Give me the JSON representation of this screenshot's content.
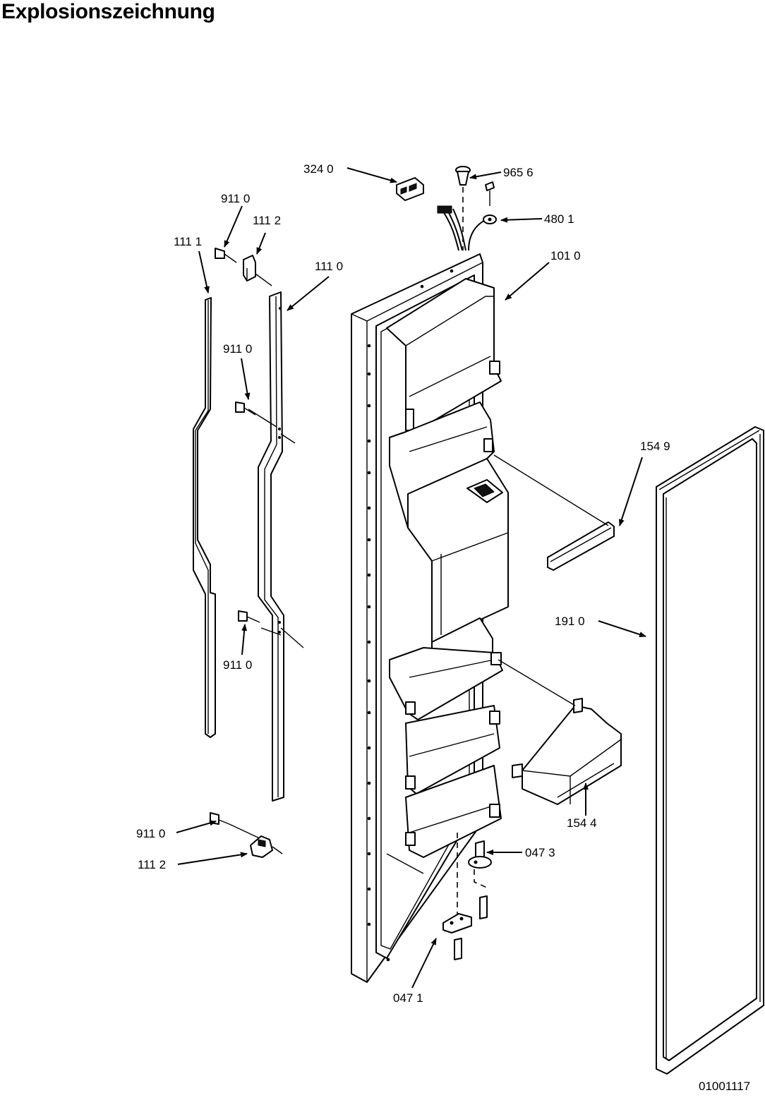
{
  "title": "Explosionszeichnung",
  "document_id": "01001117",
  "labels": {
    "l3240": "324 0",
    "l9656": "965 6",
    "l4801": "480 1",
    "l1010": "101 0",
    "l9110_top": "911 0",
    "l1112_top": "111 2",
    "l1111": "111 1",
    "l1110": "111 0",
    "l9110_mid": "911 0",
    "l1549": "154 9",
    "l1910": "191 0",
    "l9110_low": "911 0",
    "l1544": "154 4",
    "l9110_bottom": "911 0",
    "l1112_bottom": "111 2",
    "l0473": "047 3",
    "l0471": "047 1"
  }
}
